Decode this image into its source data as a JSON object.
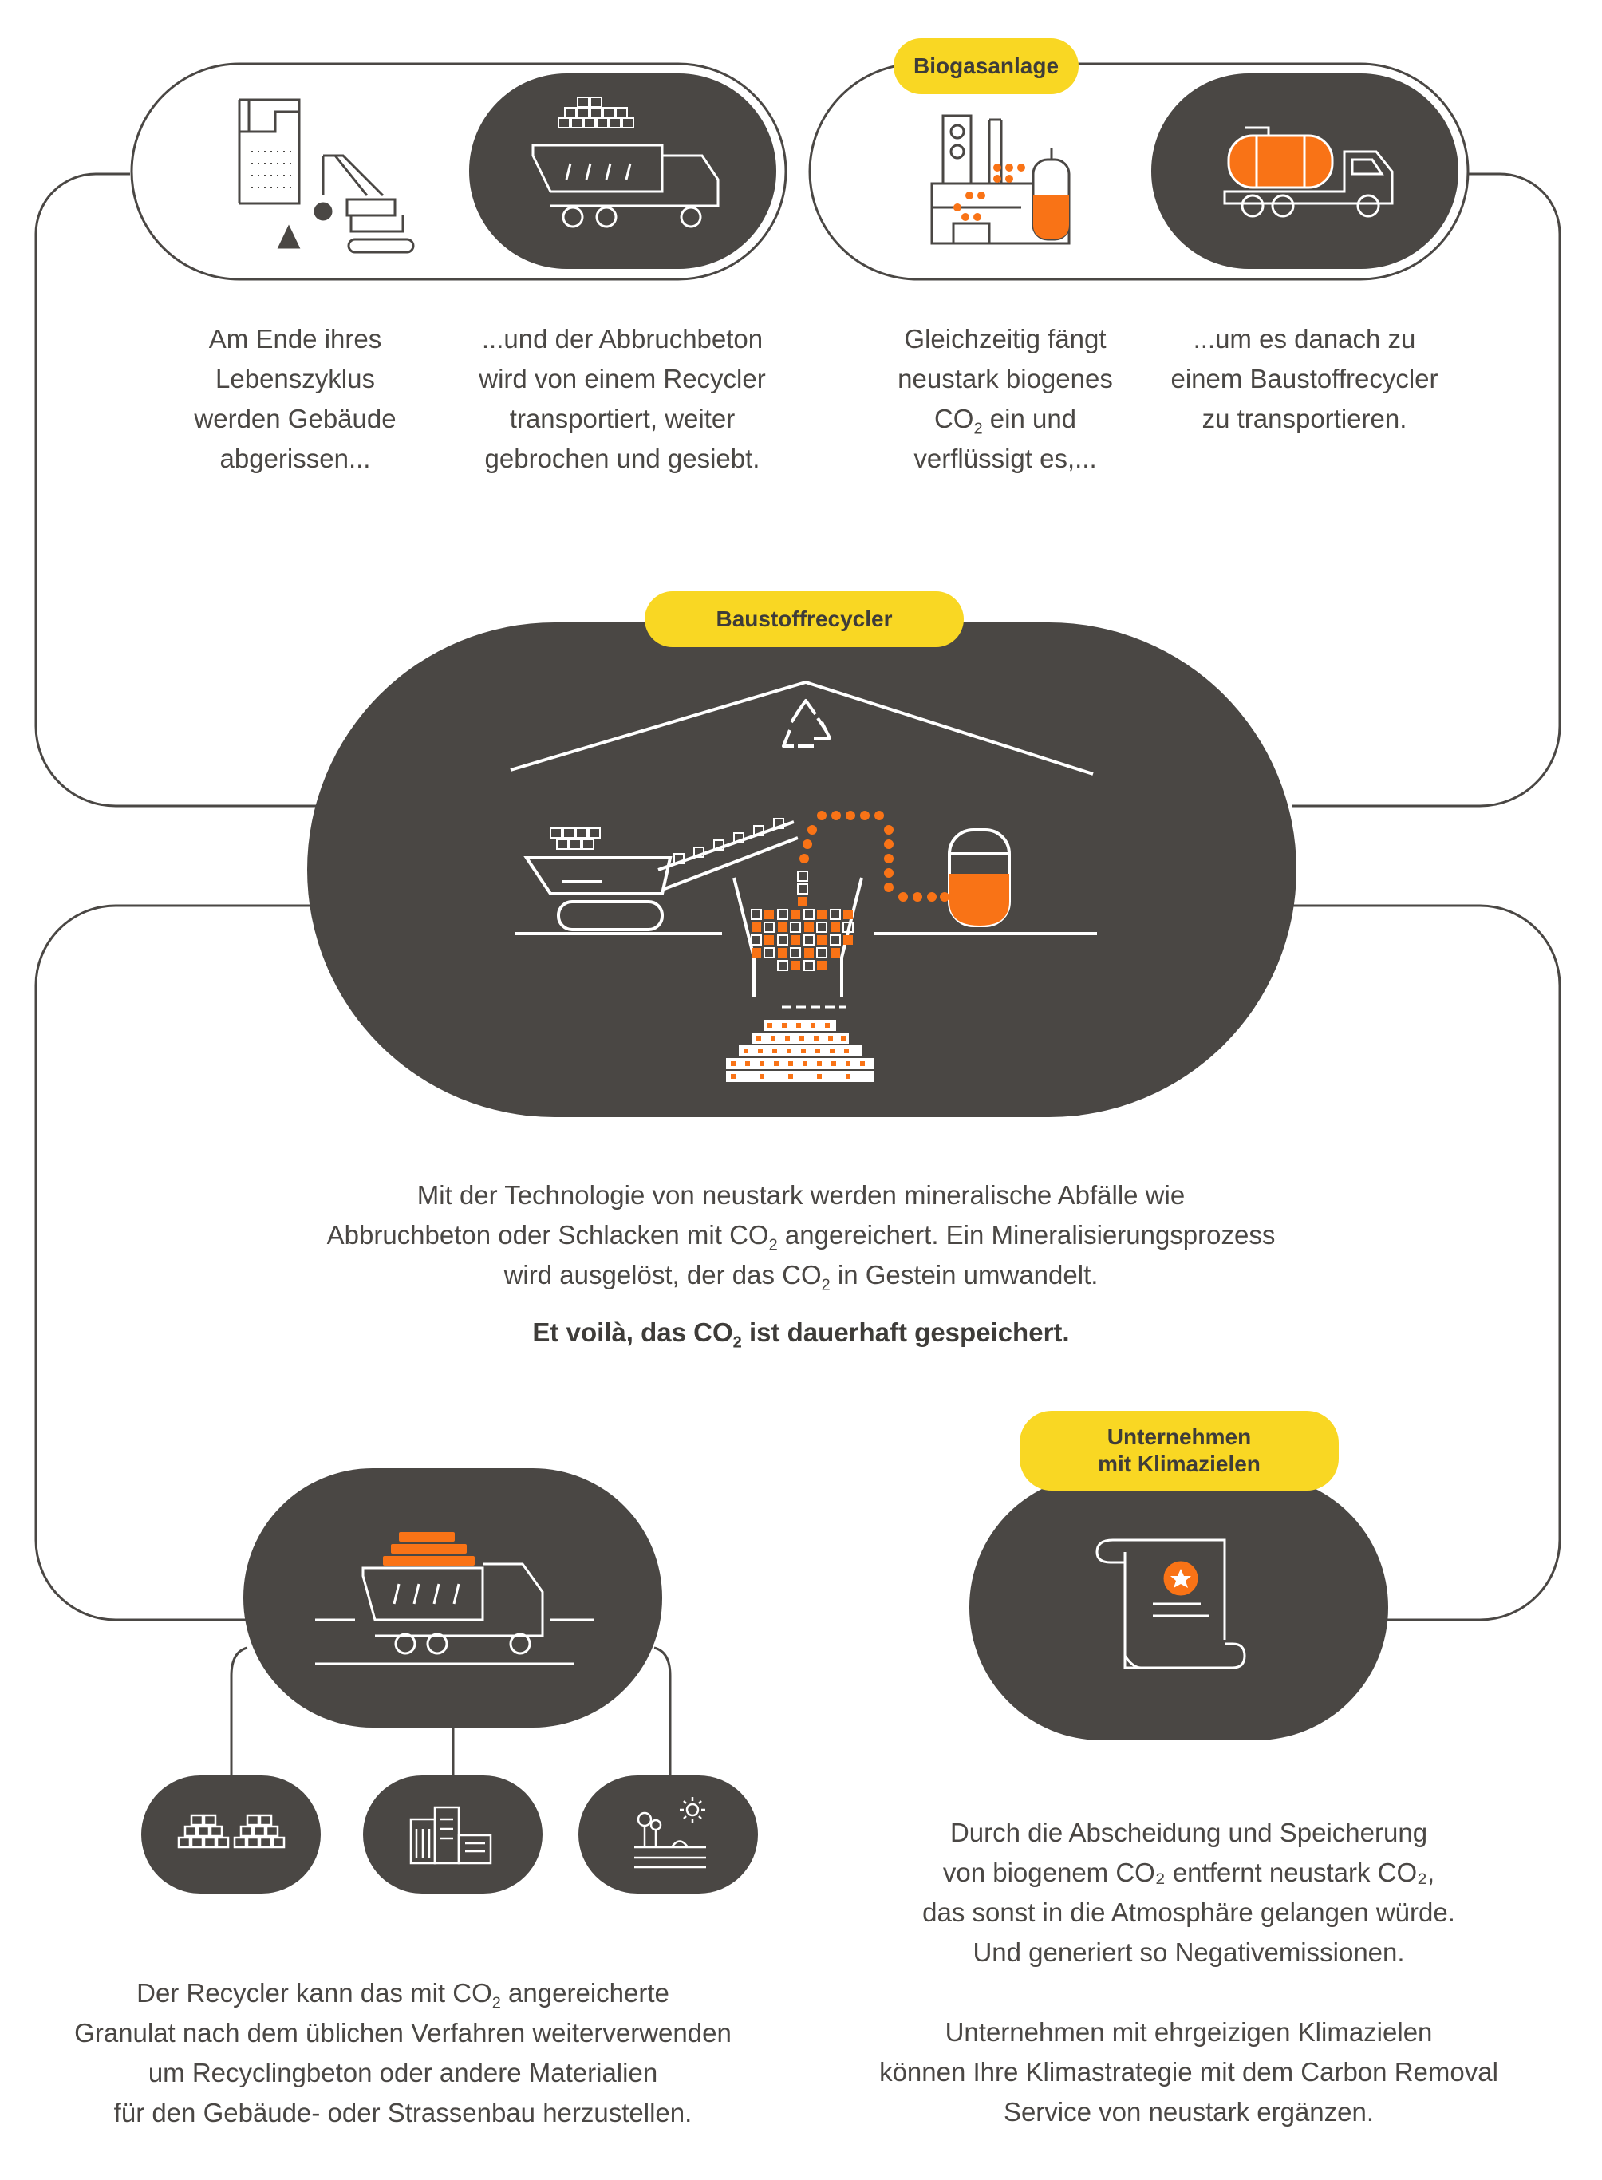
{
  "badges": {
    "biogas": "Biogasanlage",
    "recycler": "Baustoffrecycler",
    "company_line1": "Unternehmen",
    "company_line2": "mit Klimazielen"
  },
  "step1": [
    "Am Ende ihres",
    "Lebenszyklus",
    "werden Gebäude",
    "abgerissen..."
  ],
  "step2": [
    "...und der Abbruchbeton",
    "wird von einem Recycler",
    "transportiert, weiter",
    "gebrochen und gesiebt."
  ],
  "step3": {
    "l1": "Gleichzeitig fängt",
    "l2": "neustark biogenes",
    "l3_a": "CO",
    "l3_sub": "2",
    "l3_b": " ein und",
    "l4": "verflüssigt es,..."
  },
  "step4": [
    "...um es danach zu",
    "einem Baustoffrecycler",
    "zu transportieren."
  ],
  "center": {
    "l1": "Mit der Technologie von neustark werden mineralische Abfälle wie",
    "l2_a": "Abbruchbeton oder Schlacken mit CO",
    "l2_sub": "2",
    "l2_b": " angereichert. Ein Mineralisierungsprozess",
    "l3_a": "wird ausgelöst, der das CO",
    "l3_sub": "2",
    "l3_b": " in Gestein umwandelt.",
    "l4_a": "Et voilà, das CO",
    "l4_sub": "2",
    "l4_b": " ist dauerhaft gespeichert."
  },
  "bottom_left": {
    "l1_a": "Der Recycler kann das mit CO",
    "l1_sub": "2",
    "l1_b": " angereicherte",
    "l2": "Granulat nach dem üblichen Verfahren weiterverwenden",
    "l3": "um Recyclingbeton oder andere Materialien",
    "l4": "für den Gebäude- oder Strassenbau herzustellen."
  },
  "bottom_right": [
    "Durch die Abscheidung und Speicherung",
    "von biogenem CO₂ entfernt neustark CO₂,",
    "das sonst in die Atmosphäre gelangen würde.",
    "Und generiert so Negativemissionen.",
    "",
    "Unternehmen mit ehrgeizigen Klimazielen",
    "können Ihre Klimastrategie mit dem Carbon Removal",
    "Service von neustark ergänzen."
  ],
  "icons": [
    "building-demolition-icon",
    "dump-truck-icon",
    "biogas-plant-icon",
    "tanker-truck-icon",
    "recycling-plant-icon",
    "recycle-icon",
    "loaded-truck-icon",
    "bricks-icon",
    "buildings-icon",
    "landscape-icon",
    "certificate-icon"
  ],
  "colors": {
    "dark": "#4a4744",
    "accent": "#f97316",
    "badge": "#f9d723",
    "line": "#4a4744"
  }
}
